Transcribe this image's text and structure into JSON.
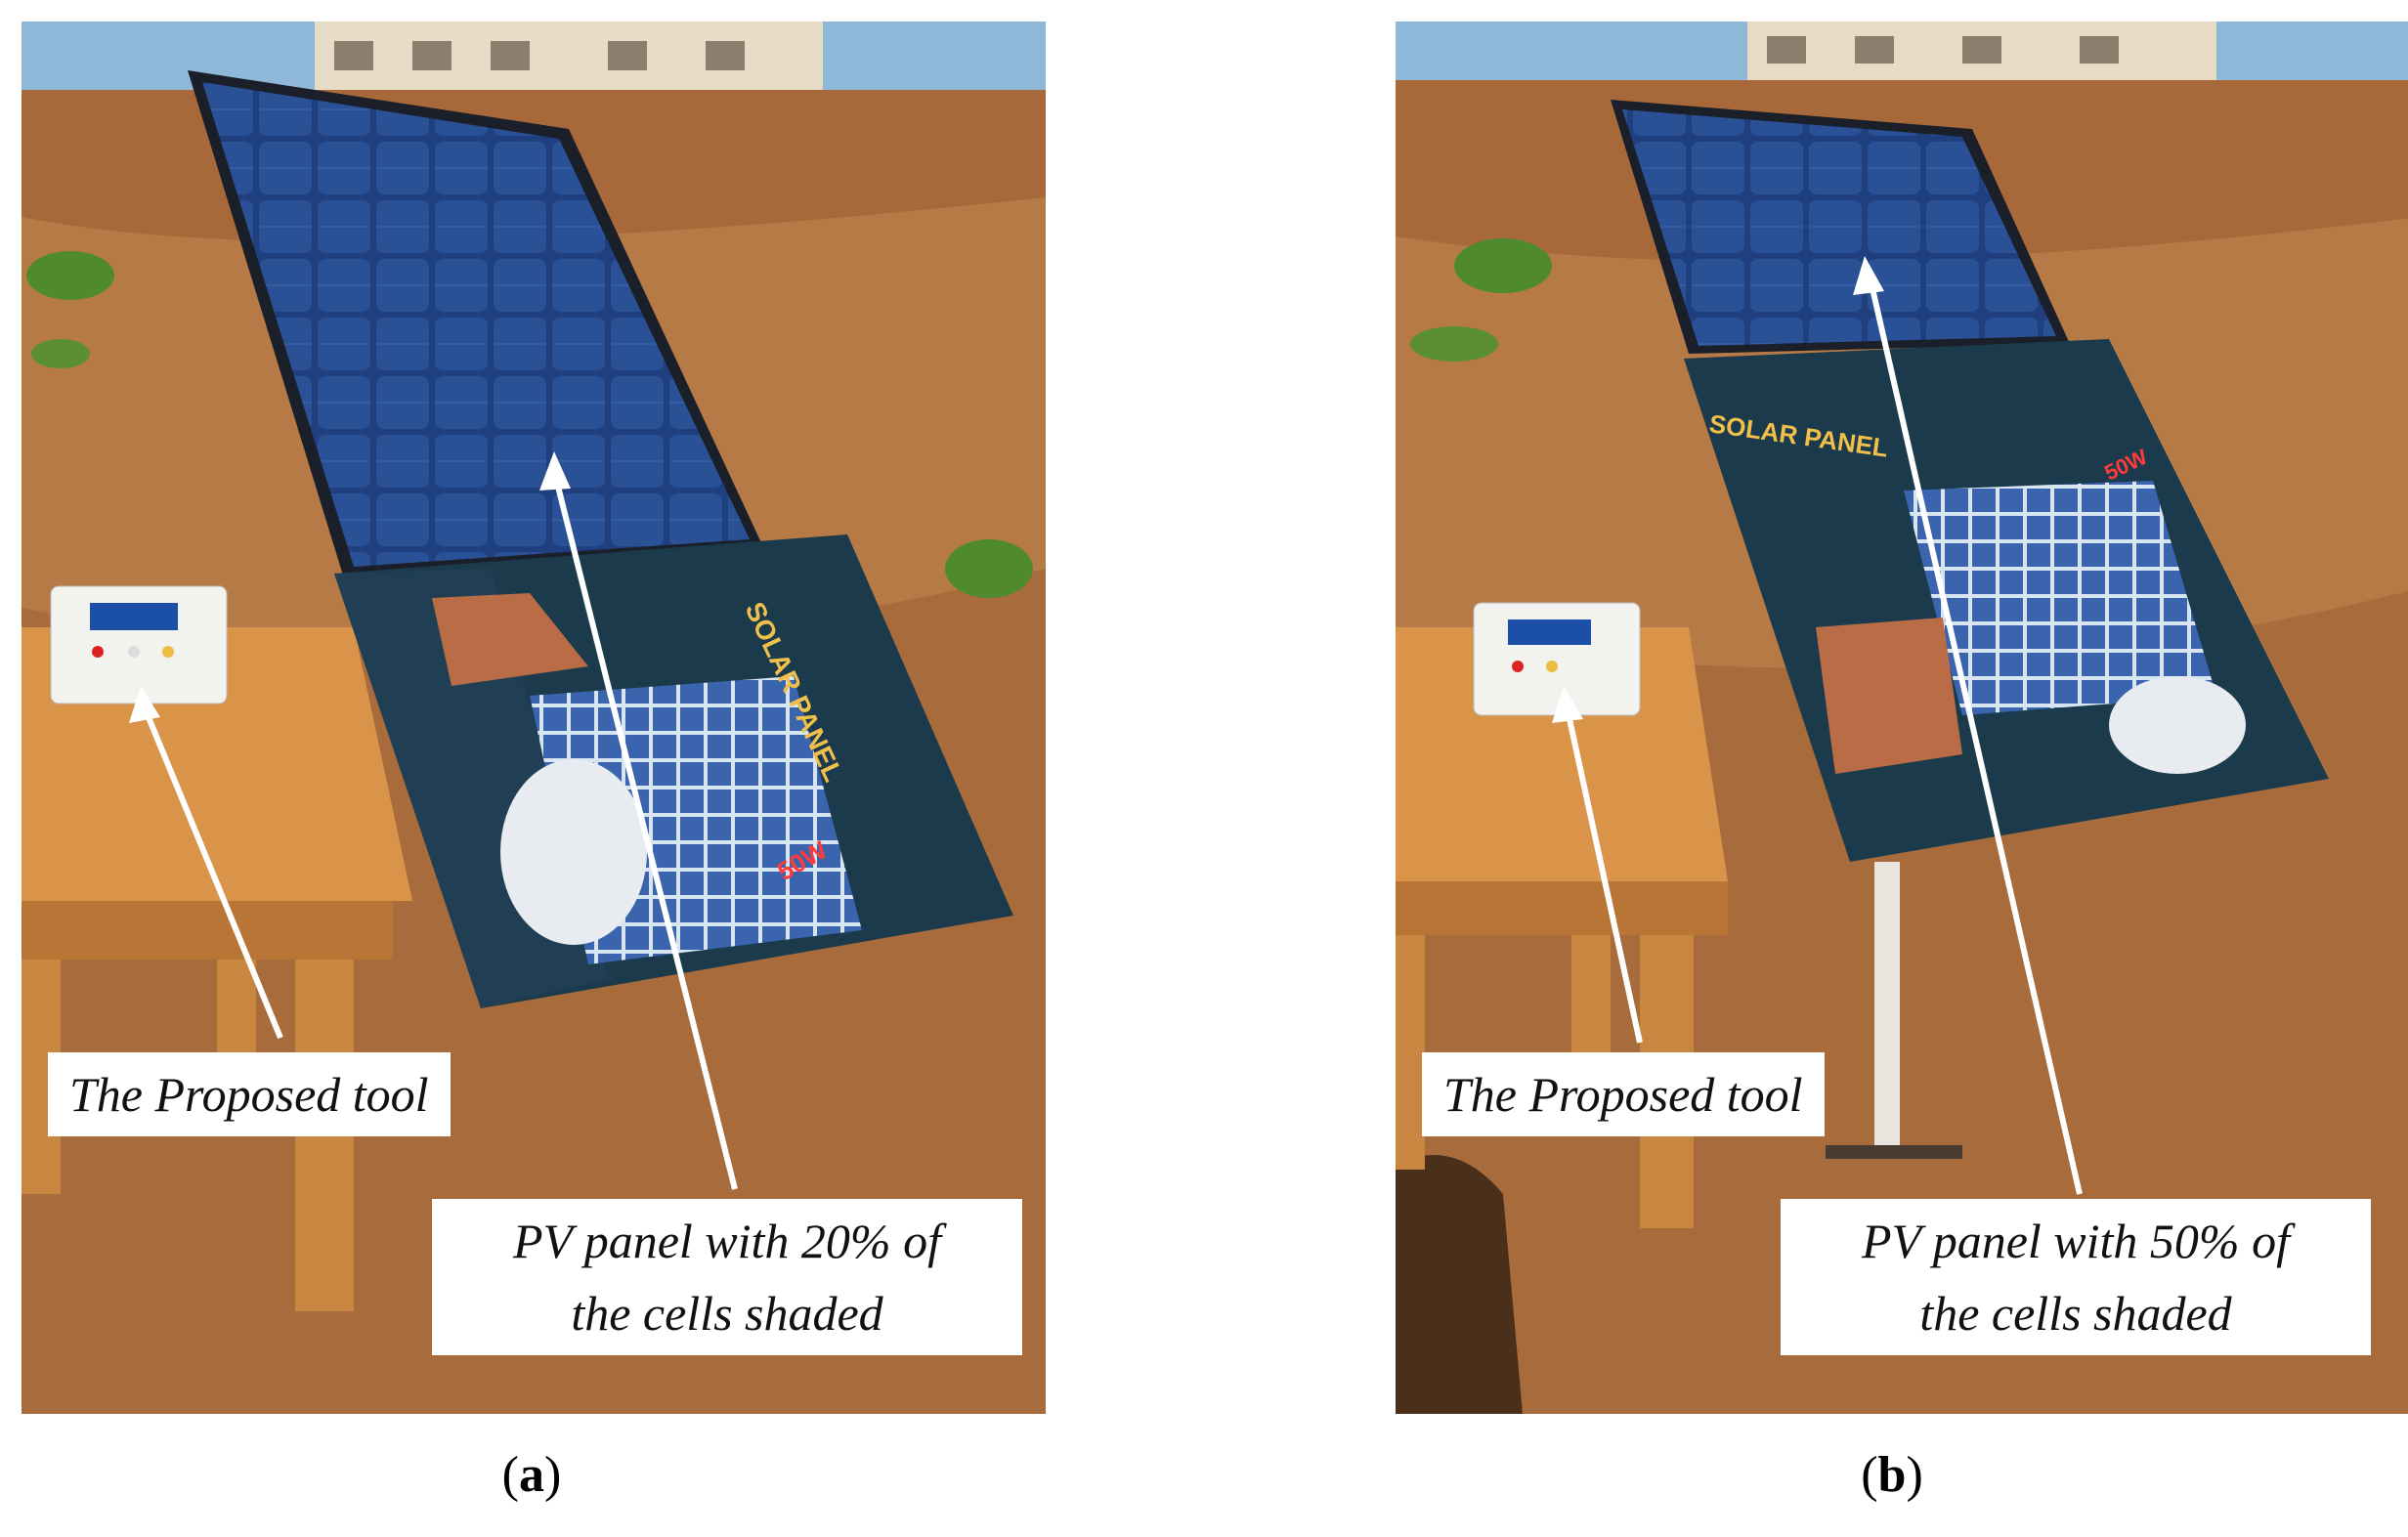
{
  "panels": [
    {
      "tool_label": "The Proposed tool",
      "pv_label_line1": "PV panel with 20% of",
      "pv_label_line2": "the cells shaded",
      "caption_open": "(",
      "caption_letter": "a",
      "caption_close": ")"
    },
    {
      "tool_label": "The Proposed tool",
      "pv_label_line1": "PV panel with 50% of",
      "pv_label_line2": "the cells shaded",
      "caption_open": "(",
      "caption_letter": "b",
      "caption_close": ")"
    }
  ],
  "colors": {
    "sky": "#8fb8d8",
    "ground": "#a8693a",
    "panel": "#1e3c78",
    "table": "#d9944a",
    "cover": "#1b3a4c"
  }
}
